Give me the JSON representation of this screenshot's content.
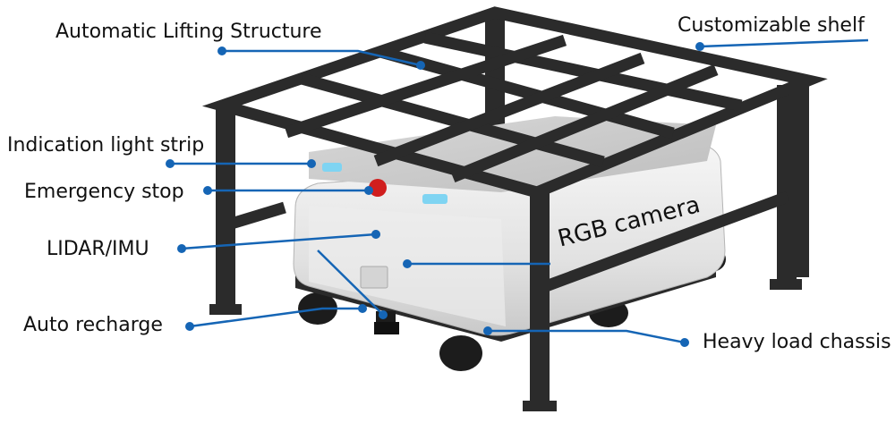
{
  "labels": {
    "lifting": "Automatic Lifting Structure",
    "shelf": "Customizable shelf",
    "light_strip": "Indication light strip",
    "estop": "Emergency stop",
    "lidar": "LIDAR/IMU",
    "recharge": "Auto recharge",
    "rgb": "RGB camera",
    "chassis": "Heavy load chassis"
  },
  "colors": {
    "callout": "#1565b5",
    "frame": "#2b2b2b",
    "body": "#e8e8e8",
    "light": "#7fd4f2",
    "estop": "#d01e1e",
    "text": "#111111"
  }
}
